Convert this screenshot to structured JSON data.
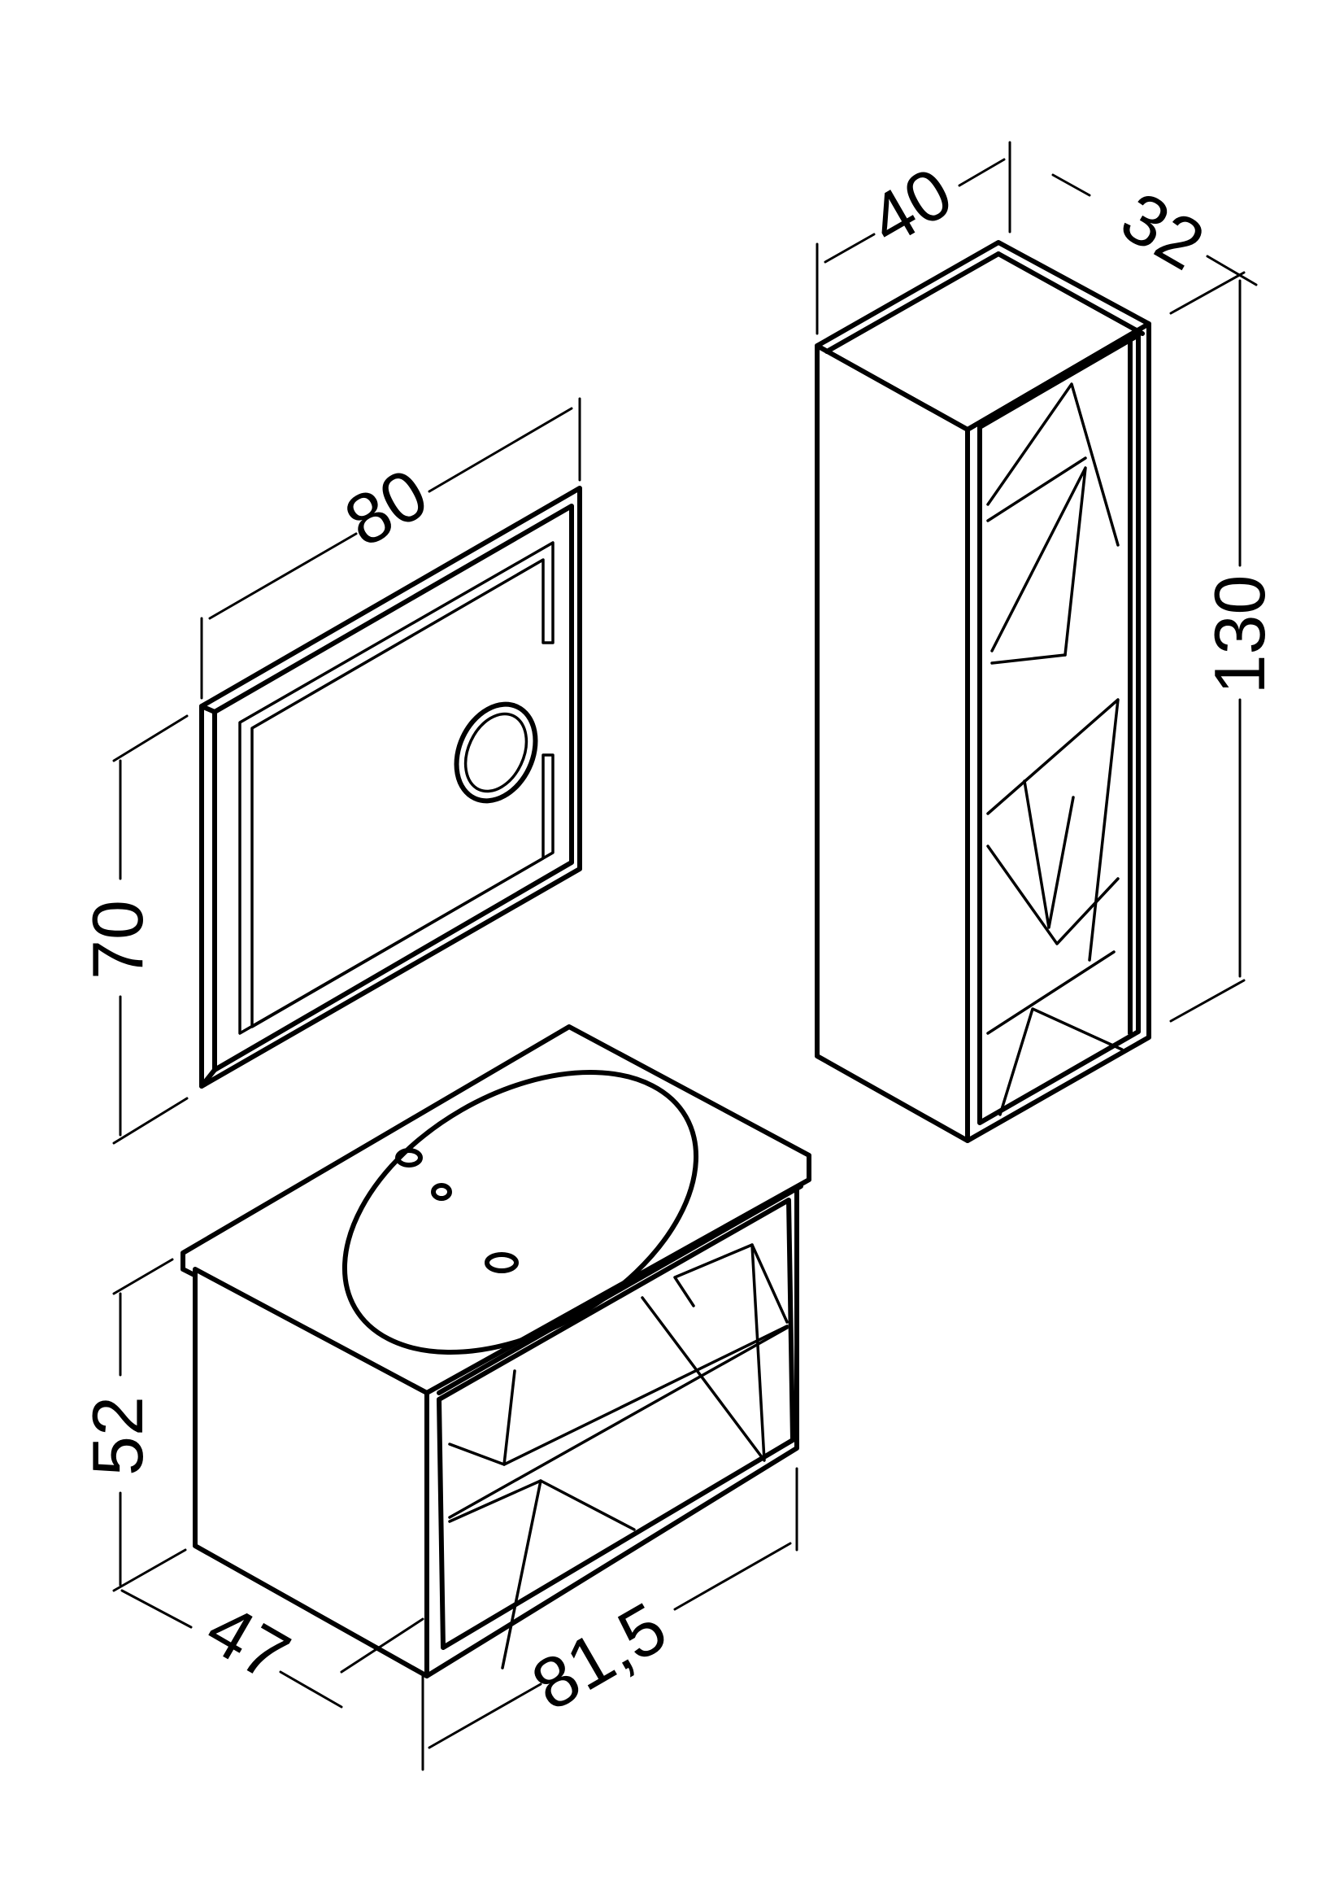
{
  "dimensions": {
    "mirror_width": "80",
    "mirror_height": "70",
    "tall_cabinet_width": "40",
    "tall_cabinet_depth": "32",
    "tall_cabinet_height": "130",
    "vanity_width": "81,5",
    "vanity_depth": "47",
    "vanity_height": "52"
  }
}
